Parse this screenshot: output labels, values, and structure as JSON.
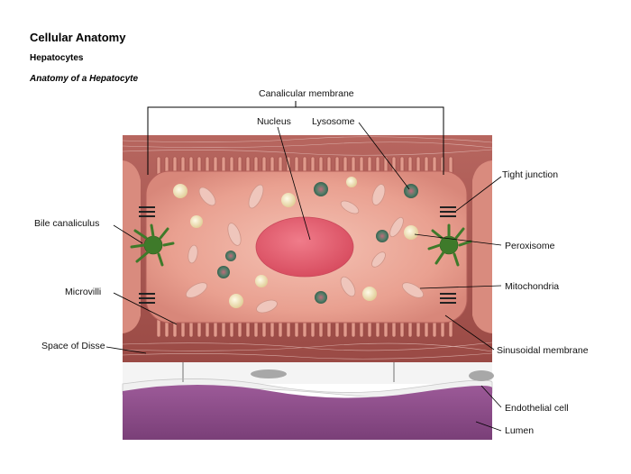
{
  "titles": {
    "main": "Cellular Anatomy",
    "section": "Hepatocytes",
    "subtitle": "Anatomy of a Hepatocyte"
  },
  "labels": {
    "canalicular_membrane": "Canalicular membrane",
    "nucleus": "Nucleus",
    "lysosome": "Lysosome",
    "tight_junction": "Tight junction",
    "bile_canaliculus": "Bile canaliculus",
    "peroxisome": "Peroxisome",
    "microvilli": "Microvilli",
    "mitochondria": "Mitochondria",
    "space_of_disse": "Space of Disse",
    "sinusoidal_membrane": "Sinusoidal membrane",
    "endothelial_cell": "Endothelial cell",
    "lumen": "Lumen"
  },
  "colors": {
    "cytoplasm": "#e89a8c",
    "membrane": "#a0443f",
    "nucleus": "#e8566a",
    "bile_canaliculus": "#3e7a2a",
    "lumen": "#8f4a8c",
    "endothelium": "#f2f2f2"
  }
}
